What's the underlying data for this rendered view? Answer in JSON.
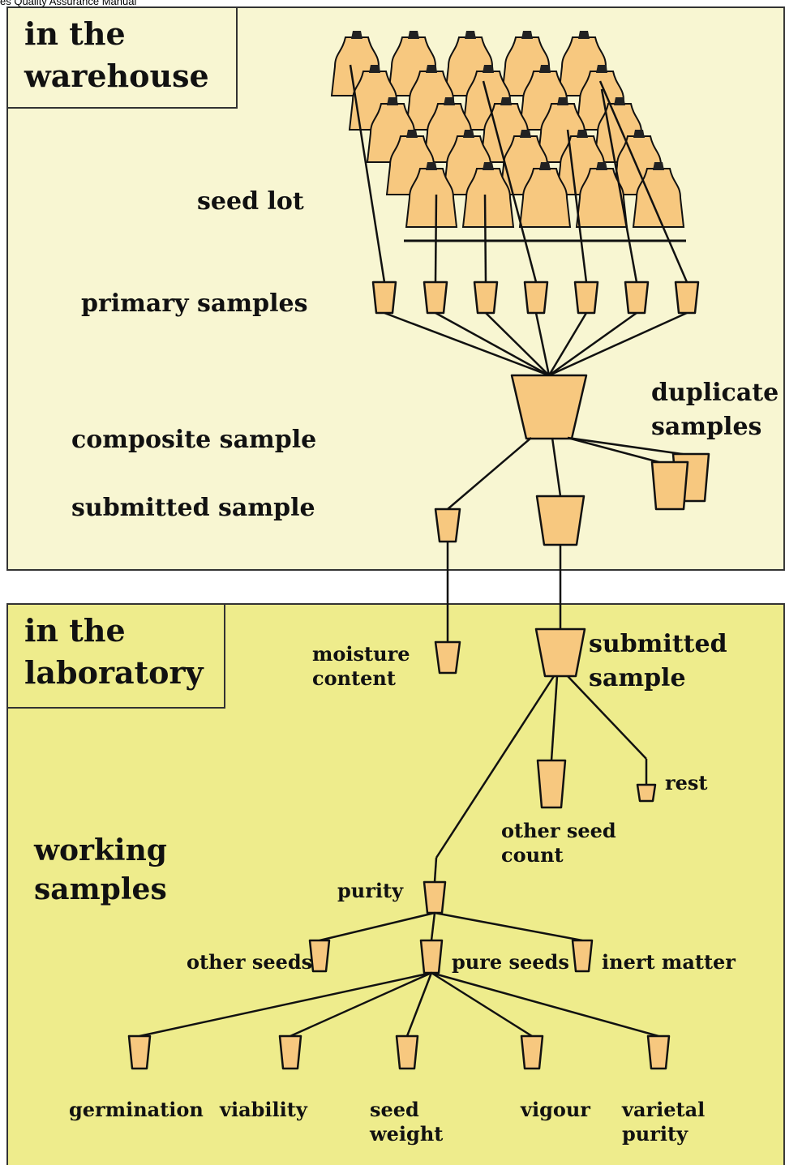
{
  "header": {
    "text": "es Quality Assurance Manual"
  },
  "sections": {
    "warehouse": [
      "in the",
      "warehouse"
    ],
    "laboratory": [
      "in the",
      "laboratory"
    ]
  },
  "labels": {
    "seed_lot": "seed lot",
    "primary_samples": "primary samples",
    "composite_sample": "composite sample",
    "submitted_sample": "submitted sample",
    "duplicate_samples": [
      "duplicate",
      "samples"
    ],
    "moisture_content": [
      "moisture",
      "content"
    ],
    "lab_submitted_sample": [
      "submitted",
      "sample"
    ],
    "rest": "rest",
    "other_seed_count": [
      "other seed",
      "count"
    ],
    "working_samples": [
      "working",
      "samples"
    ],
    "purity": "purity",
    "other_seeds": "other seeds",
    "pure_seeds": "pure seeds",
    "inert_matter": "inert matter",
    "tests": [
      {
        "name": "germination",
        "lines": [
          "germination"
        ]
      },
      {
        "name": "viability",
        "lines": [
          "viability"
        ]
      },
      {
        "name": "seed-weight",
        "lines": [
          "seed",
          "weight"
        ]
      },
      {
        "name": "vigour",
        "lines": [
          "vigour"
        ]
      },
      {
        "name": "varietal-purity",
        "lines": [
          "varietal",
          "purity"
        ]
      }
    ]
  },
  "colors": {
    "sack_fill": "#f7c87f",
    "outline": "#111111",
    "warehouse_bg": "#f8f6d2",
    "lab_bg": "#eeec8c"
  }
}
